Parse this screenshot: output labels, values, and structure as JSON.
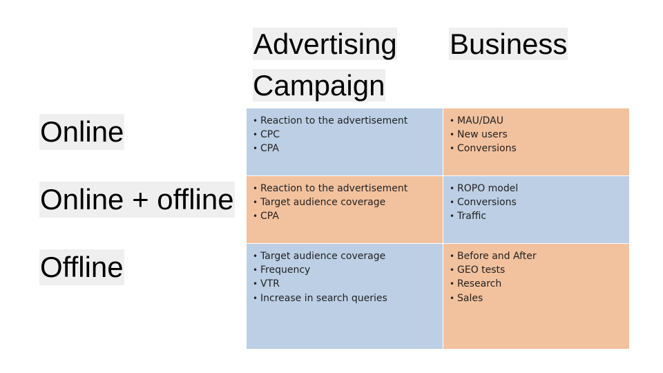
{
  "columns": {
    "advertising_campaign": "Advertising Campaign",
    "business": "Business"
  },
  "rows": {
    "online": "Online",
    "online_offline": "Online + offline",
    "offline": "Offline"
  },
  "cells": {
    "online_campaign": [
      "Reaction to the advertisement",
      "CPC",
      "CPA"
    ],
    "online_business": [
      "MAU/DAU",
      "New users",
      "Conversions"
    ],
    "mixed_campaign": [
      "Reaction to the advertisement",
      "Target audience coverage",
      "CPA"
    ],
    "mixed_business": [
      "ROPO model",
      "Conversions",
      "Traffic"
    ],
    "offline_campaign": [
      "Target audience coverage",
      "Frequency",
      "VTR",
      "Increase in search queries"
    ],
    "offline_business": [
      "Before and After",
      "GEO tests",
      "Research",
      "Sales"
    ]
  },
  "colors": {
    "blue_cell": "#bccfe4",
    "orange_cell": "#f2c19e",
    "label_highlight": "#efefef"
  }
}
